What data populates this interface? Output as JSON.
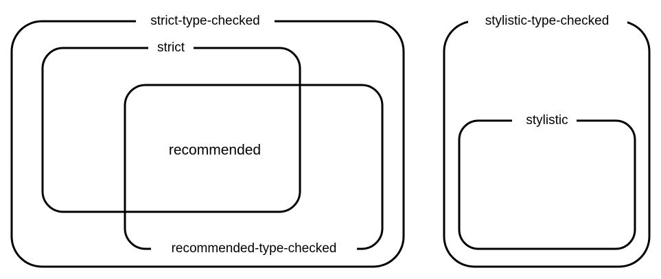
{
  "diagram": {
    "colors": {
      "background": "#ffffff",
      "stroke": "#000000",
      "text": "#000000"
    },
    "configs": {
      "strict_type_checked": "strict-type-checked",
      "strict": "strict",
      "recommended": "recommended",
      "recommended_type_checked": "recommended-type-checked",
      "stylistic_type_checked": "stylistic-type-checked",
      "stylistic": "stylistic"
    }
  }
}
